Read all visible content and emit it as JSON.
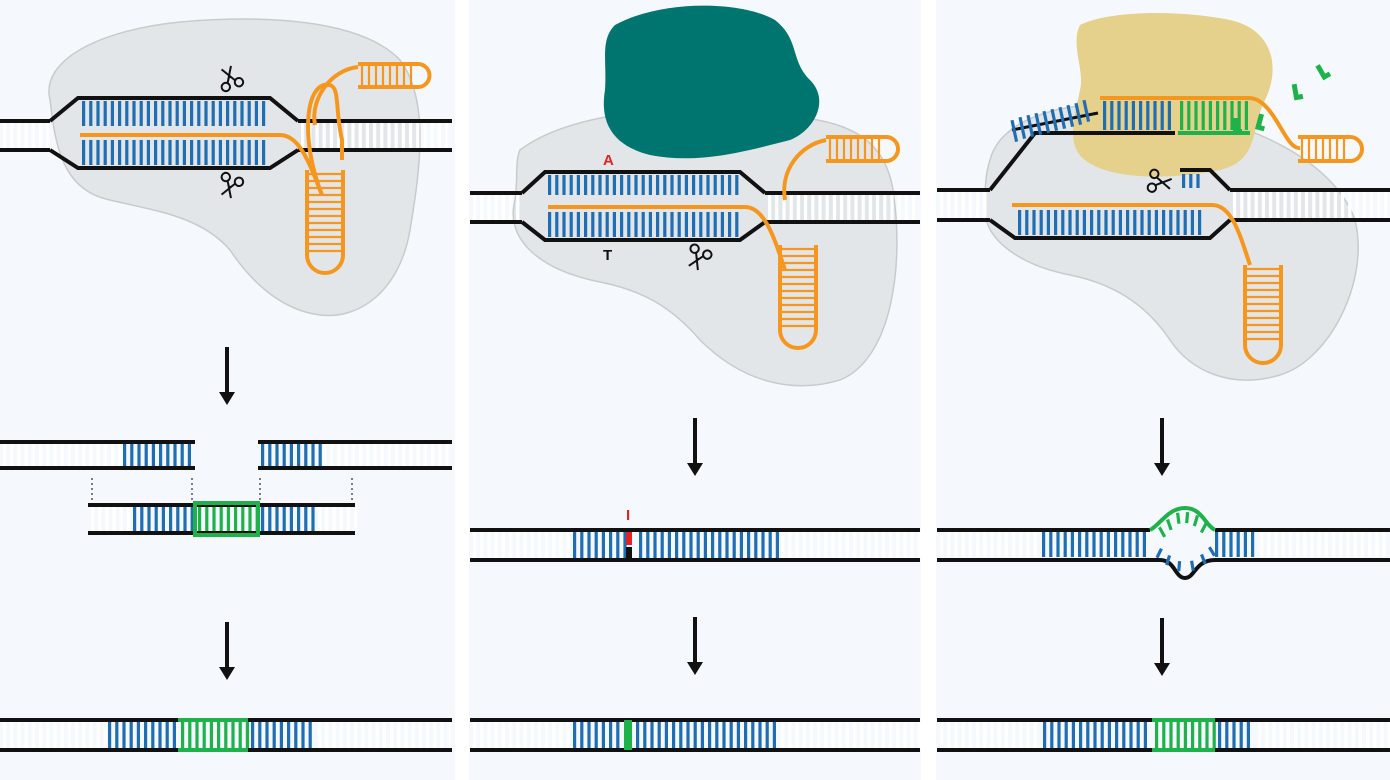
{
  "colors": {
    "panel_bg": "#f5f9fd",
    "complex_gray": "#e3e6e8",
    "complex_edge": "#c7cbce",
    "dna_backbone": "#111111",
    "dna_rung_white": "#ffffff",
    "target_blue": "#1f6eb4",
    "edit_green": "#1fb14a",
    "guide_orange": "#f5961e",
    "deaminase_teal": "#007570",
    "reverse_transcriptase_tan": "#e5d18b",
    "mutation_red": "#e32222",
    "arrow": "#111111"
  },
  "panels": [
    {
      "id": "nuclease-editing",
      "icons": [
        "scissors-icon",
        "scissors-icon"
      ]
    },
    {
      "id": "base-editing",
      "labels": {
        "top_base": "A",
        "bottom_base": "T",
        "intermediate_base": "I"
      },
      "icons": [
        "scissors-icon"
      ]
    },
    {
      "id": "prime-editing",
      "icons": [
        "scissors-icon",
        "nucleotide-icon"
      ]
    }
  ]
}
